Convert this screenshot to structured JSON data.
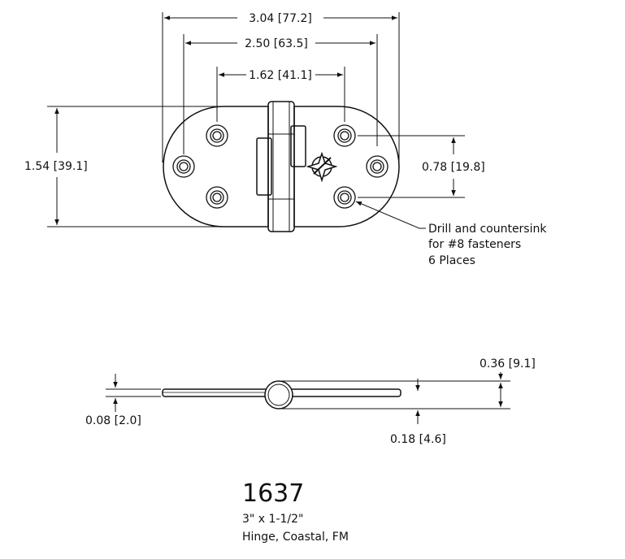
{
  "dimensions": {
    "overall_width": "3.04 [77.2]",
    "outer_hole_spacing": "2.50 [63.5]",
    "inner_hole_spacing": "1.62 [41.1]",
    "overall_height": "1.54 [39.1]",
    "vertical_hole_spacing": "0.78 [19.8]",
    "knuckle_height": "0.36 [9.1]",
    "leaf_thickness": "0.08 [2.0]",
    "knuckle_offset": "0.18 [4.6]"
  },
  "note": {
    "line1": "Drill and countersink",
    "line2": "for #8 fasteners",
    "line3": "6 Places"
  },
  "title_block": {
    "part_number": "1637",
    "size": "3\" x 1-1/2\"",
    "description": "Hinge, Coastal, FM"
  }
}
